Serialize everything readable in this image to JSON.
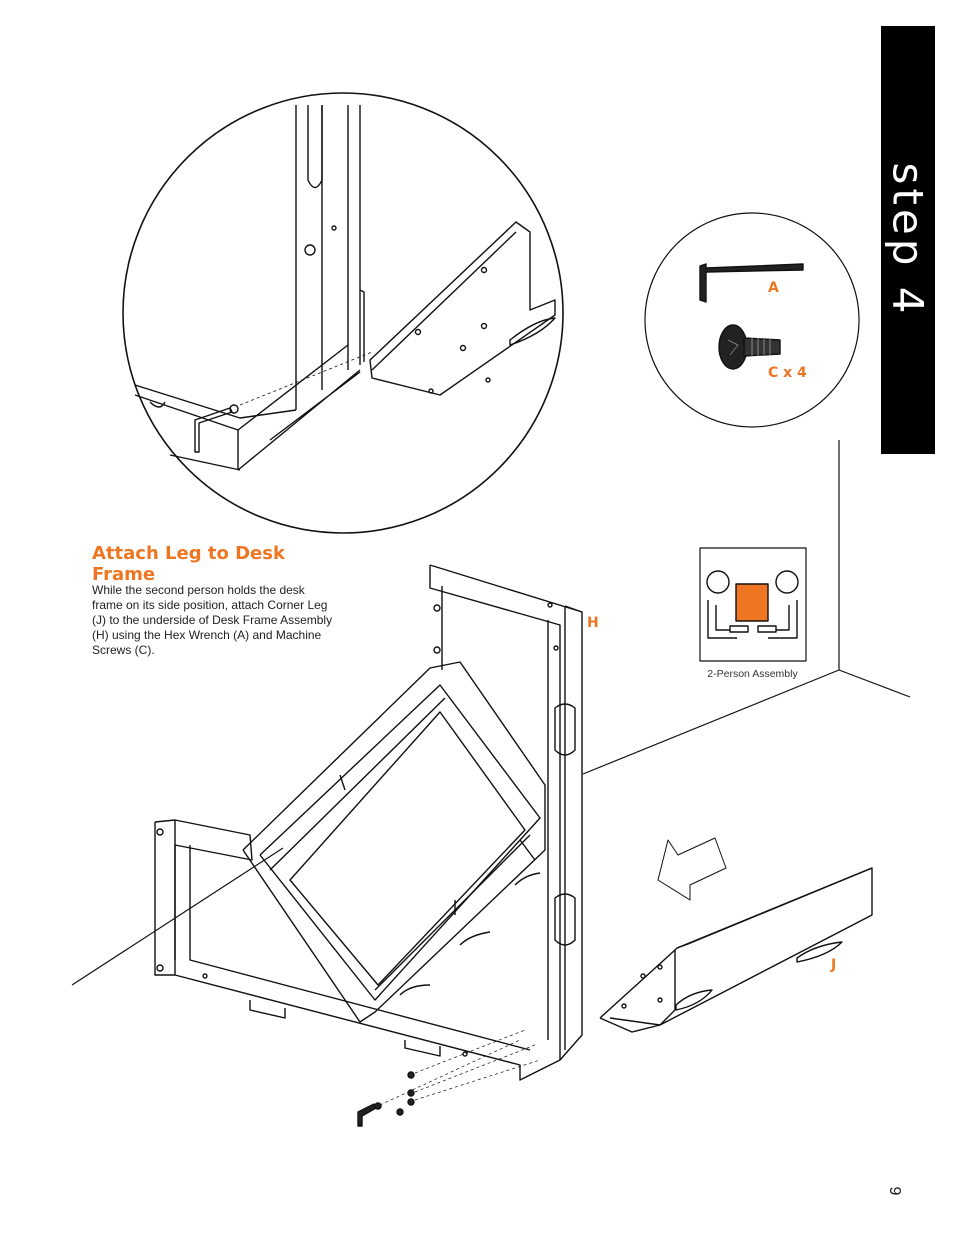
{
  "step_tab": {
    "text": "step 4"
  },
  "heading": "Attach Leg to Desk Frame",
  "instruction": "While the second person holds the desk frame on its side position, attach Corner Leg (J) to the underside of Desk Frame Assembly (H) using the Hex Wrench (A) and Machine Screws (C).",
  "parts": {
    "a_label": "A",
    "c_label": "C x 4",
    "h_label": "H",
    "j_label": "J"
  },
  "two_person": {
    "caption": "2-Person Assembly"
  },
  "page_number": "9",
  "colors": {
    "accent": "#ee7623",
    "tab": "#000000"
  }
}
